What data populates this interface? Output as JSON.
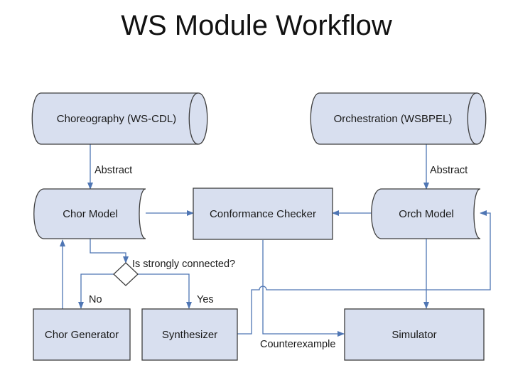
{
  "title": "WS Module Workflow",
  "colors": {
    "node_fill": "#d8dfef",
    "node_stroke": "#3d3d3d",
    "arrow": "#4f76b4"
  },
  "nodes": {
    "choreography": "Choreography (WS-CDL)",
    "orchestration": "Orchestration (WSBPEL)",
    "chor_model": "Chor Model",
    "conformance_checker": "Conformance Checker",
    "orch_model": "Orch Model",
    "chor_generator": "Chor Generator",
    "synthesizer": "Synthesizer",
    "simulator": "Simulator"
  },
  "edge_labels": {
    "abstract_left": "Abstract",
    "abstract_right": "Abstract",
    "decision": "Is strongly connected?",
    "no": "No",
    "yes": "Yes",
    "counterexample": "Counterexample"
  }
}
